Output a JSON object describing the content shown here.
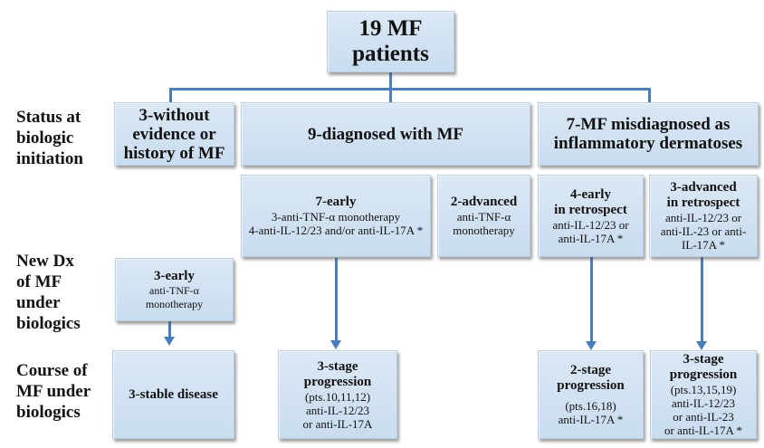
{
  "root": {
    "line1": "19 MF",
    "line2": "patients"
  },
  "row_labels": {
    "status": [
      "Status at",
      "biologic",
      "initiation"
    ],
    "new_dx": [
      "New Dx",
      "of MF",
      "under",
      "biologics"
    ],
    "course": [
      "Course of",
      "MF under",
      "biologics"
    ]
  },
  "level1": {
    "without": {
      "lines": [
        "3-without",
        "evidence or",
        "history of MF"
      ]
    },
    "diagnosed": {
      "title": "9-diagnosed with MF"
    },
    "misdiagnosed": {
      "lines": [
        "7-MF misdiagnosed as",
        "inflammatory dermatoses"
      ]
    }
  },
  "level2": {
    "early7": {
      "title": "7-early",
      "lines": [
        "3-anti-TNF-α monotherapy",
        "4-anti-IL-12/23  and/or anti-IL-17A  *"
      ]
    },
    "advanced2": {
      "title": "2-advanced",
      "lines": [
        "anti-TNF-α",
        "monotherapy"
      ]
    },
    "early4": {
      "title_lines": [
        "4-early",
        "in retrospect"
      ],
      "lines": [
        "anti-IL-12/23  or",
        "anti-IL-17A  *"
      ]
    },
    "advanced3": {
      "title_lines": [
        "3-advanced",
        "in retrospect"
      ],
      "lines": [
        "anti-IL-12/23  or",
        "anti-IL-23  or anti-",
        "IL-17A *"
      ]
    },
    "newdx_early3": {
      "title": "3-early",
      "lines": [
        "anti-TNF-α",
        "monotherapy"
      ]
    }
  },
  "level3": {
    "stable": {
      "title": "3-stable disease"
    },
    "prog3a": {
      "title_lines": [
        "3-stage",
        "progression"
      ],
      "lines": [
        "(pts.10,11,12)",
        "anti-IL-12/23",
        "or anti-IL-17A"
      ]
    },
    "prog2": {
      "title_lines": [
        "2-stage",
        "progression"
      ],
      "lines": [
        "(pts.16,18)",
        "anti-IL-17A  *"
      ]
    },
    "prog3b": {
      "title_lines": [
        "3-stage",
        "progression"
      ],
      "lines": [
        "(pts.13,15,19)",
        "anti-IL-12/23",
        "or anti-IL-23",
        "or anti-IL-17A  *"
      ]
    }
  },
  "colors": {
    "connector": "#4a7ebb",
    "box_fill": "#d3e2f3"
  }
}
